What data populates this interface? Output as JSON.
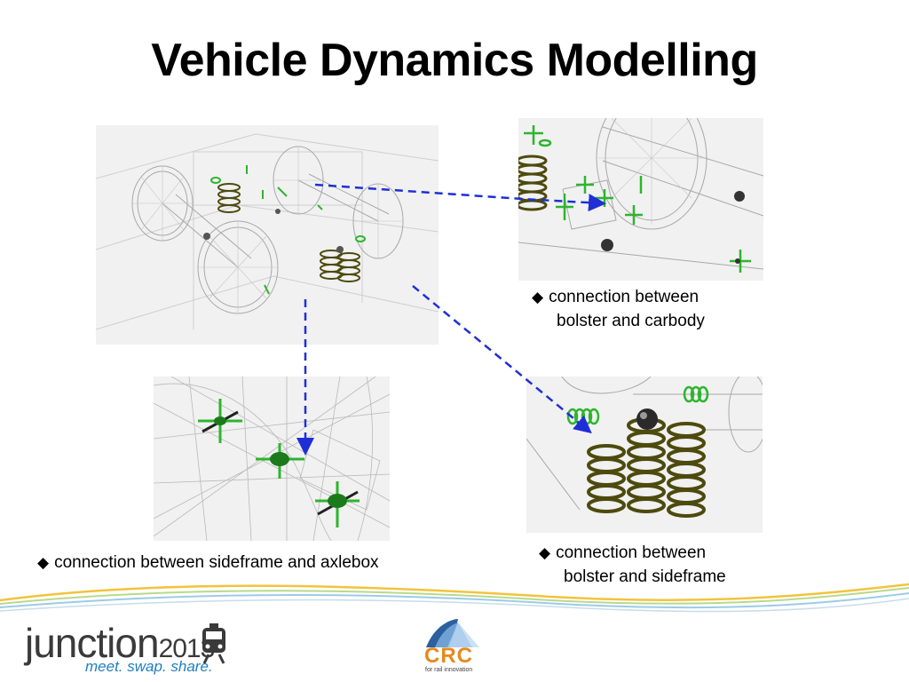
{
  "slide": {
    "title": "Vehicle Dynamics Modelling"
  },
  "captions": {
    "bolster_carbody": {
      "bullet": "◆",
      "text_line1": "connection between",
      "text_line2": "bolster and carbody"
    },
    "sideframe_axlebox": {
      "bullet": "◆",
      "text": "connection between sideframe and axlebox"
    },
    "bolster_sideframe": {
      "bullet": "◆",
      "text_line1": "connection between",
      "text_line2": "bolster and sideframe"
    }
  },
  "footer": {
    "junction_word": "junction",
    "junction_year": "2013",
    "junction_tagline": "meet. swap. share.",
    "crc_name": "CRC",
    "crc_tagline": "for rail innovation"
  },
  "colors": {
    "arrow": "#1f2fd6",
    "spring_dark": "#4d4a0e",
    "spring_green": "#2db52d",
    "wire": "#b9b9b9",
    "crc_orange": "#e58a1f",
    "junction_blue": "#1f7fbf"
  }
}
